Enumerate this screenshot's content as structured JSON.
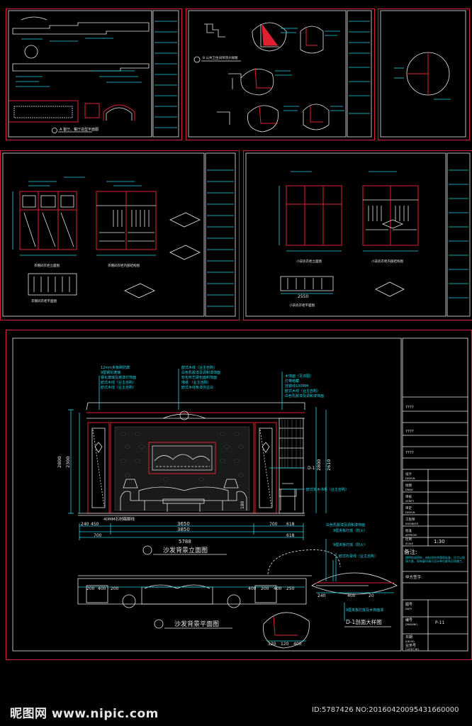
{
  "footer": {
    "logo": "昵图网 www.nipic.com",
    "image_id": "ID:5787426 NO:20160420095431660000"
  },
  "sheet1": {
    "caption": "A 客厅、餐厅造型平面图"
  },
  "sheet2": {
    "caption": "B 公共卫生间吊顶大样图"
  },
  "sheet4": {
    "caption_elev": "衣帽间衣柜立面图",
    "caption_inner": "衣帽间衣柜内部结构图",
    "caption_plan": "衣帽间衣柜平面图"
  },
  "sheet5": {
    "caption_elev": "小孩房衣柜立面图",
    "caption_inner": "小孩房衣柜内部结构图",
    "caption_plan": "小孩房衣柜平面图",
    "dim": "2550"
  },
  "main": {
    "elev_title": "沙发背景立面图",
    "plan_title": "沙发背景平面图",
    "detail_title": "D-1剖面大样图",
    "detail_tag": "D-1",
    "annot_left": [
      "12mm夹板刷防腐",
      "9厘钢化玻璃",
      "钢化玻璃及烤漆灯饰面",
      "欧式木线（业主自购）",
      "欧式木线（业主自购）"
    ],
    "annot_mid": [
      "欧式木线（业主自购）",
      "白色乳胶漆及调和漆饰面",
      "软包布艺硬包面料饰面",
      "墙纸 （业主自购）",
      "欧式木线条漆仿古白"
    ],
    "annot_right": [
      "木饰面（见详图）",
      "灯带暗藏",
      "挂镜线100MM",
      "欧式木线（业主自购）",
      "白色乳胶漆及调和漆饰面"
    ],
    "annot_side": "欧式实木书柜（业主自购）",
    "annot_bottom": "40MM石材踢脚线",
    "annot_detail": [
      "白色乳胶漆及调和漆饰面",
      "9厘夹板打底（防火）",
      "9厘夹板打底（防火）",
      "欧式石膏线（业主自购）",
      "9厘夹板打底及木饰面漆"
    ],
    "dims_total": "5788",
    "dims_span": "3650",
    "dims_span2": "3850",
    "dims_side": [
      "240",
      "450",
      "700",
      "618",
      "618",
      "700",
      "180"
    ],
    "dims_plan": [
      "200",
      "400",
      "200",
      "400",
      "200",
      "400",
      "250"
    ],
    "dim_vert_left": "2800",
    "dim_vert_left2": "2300",
    "dim_vert_right": "2800",
    "dim_vert_right2": "2610",
    "detail_dims": [
      "240",
      "400",
      "20",
      "120",
      "120",
      "400"
    ]
  },
  "title_block": {
    "rows": [
      "????",
      "????",
      "????"
    ],
    "labels": [
      "设计",
      "DESIGN",
      "绘图",
      "DRAW",
      "审核",
      "VERIFY",
      "审定",
      "DESIGN",
      "工程师",
      "ENGINEER",
      "批准",
      "APPROVE"
    ],
    "scale_label": "比例",
    "scale_label_en": "SCALE",
    "scale_value": "1:30",
    "remarks_label": "备注:",
    "remarks_text": "除特别说明外，材料须符合国家标准，尺寸以现场为准，如有疑问请与设计单位联系后再施工。",
    "signature_label": "甲方签字:",
    "date_label": "图号",
    "date_label_en": "DATE",
    "sheet_no_label": "编号",
    "sheet_no_en": "DRAWING",
    "sheet_no": "P-11",
    "project_label": "日期",
    "job_label": "JOB NO.",
    "client_label": "业务号",
    "client_en": "CLIENT NO."
  }
}
